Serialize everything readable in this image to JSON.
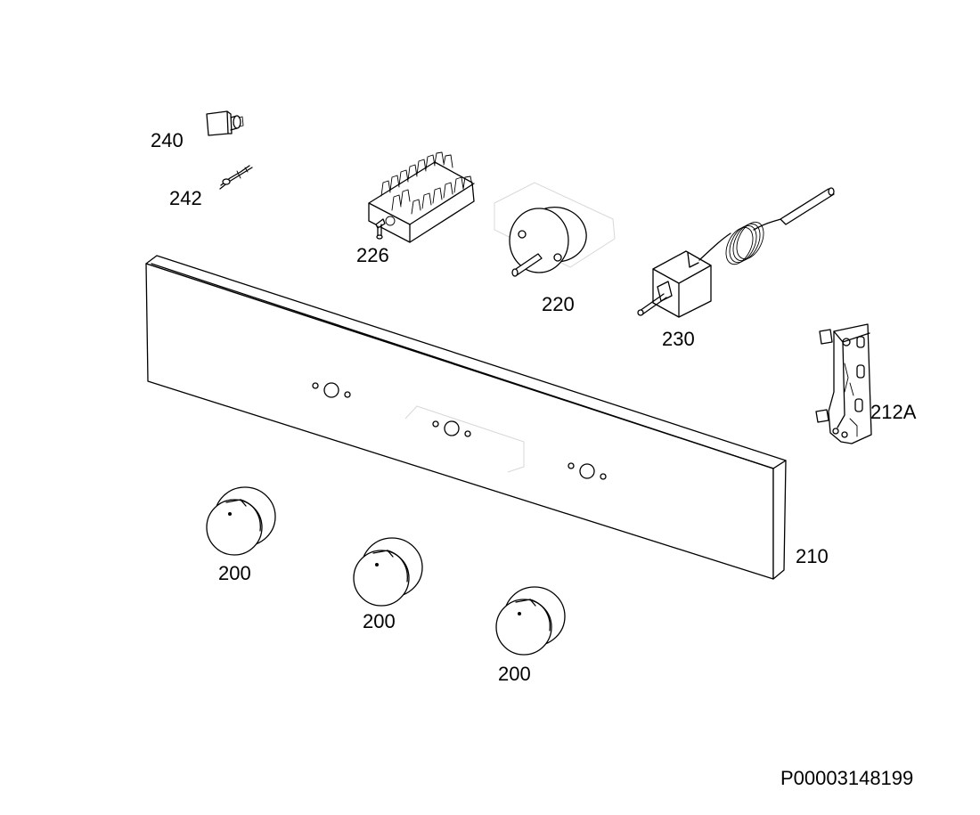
{
  "diagram": {
    "labels": {
      "p240": "240",
      "p242": "242",
      "p226": "226",
      "p220": "220",
      "p230": "230",
      "p212a": "212A",
      "p210": "210",
      "p200a": "200",
      "p200b": "200",
      "p200c": "200"
    },
    "document_code": "P00003148199"
  }
}
